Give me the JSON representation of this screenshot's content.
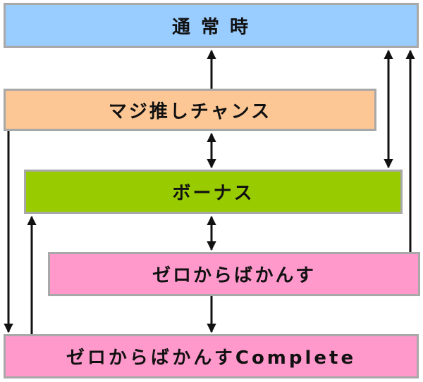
{
  "states": {
    "normal": {
      "label": "通 常 時",
      "color": "#99ccff"
    },
    "chance": {
      "label": "マジ推しチャンス",
      "color": "#fcc795"
    },
    "bonus": {
      "label": "ボーナス",
      "color": "#99cc00"
    },
    "zero": {
      "label": "ゼロからばかんす",
      "color": "#ff99cc"
    },
    "complete": {
      "label": "ゼロからばかんすComplete",
      "color": "#ff99cc"
    }
  },
  "transitions": [
    {
      "from": "chance",
      "to": "normal",
      "kind": "one-way"
    },
    {
      "from": "chance",
      "to": "bonus",
      "kind": "two-way"
    },
    {
      "from": "bonus",
      "to": "normal",
      "kind": "two-way"
    },
    {
      "from": "bonus",
      "to": "zero",
      "kind": "two-way"
    },
    {
      "from": "zero",
      "to": "normal",
      "kind": "one-way"
    },
    {
      "from": "zero",
      "to": "complete",
      "kind": "one-way"
    },
    {
      "from": "chance",
      "to": "complete",
      "kind": "one-way"
    },
    {
      "from": "complete",
      "to": "bonus",
      "kind": "one-way"
    }
  ]
}
